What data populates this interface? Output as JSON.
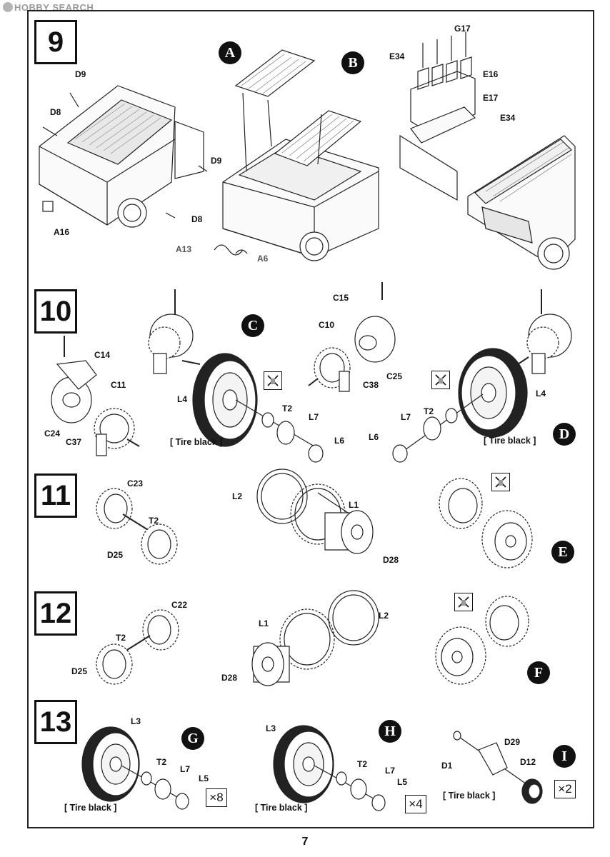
{
  "watermark": "HOBBY SEARCH",
  "page_number": "7",
  "steps": [
    {
      "number": "9"
    },
    {
      "number": "10"
    },
    {
      "number": "11"
    },
    {
      "number": "12"
    },
    {
      "number": "13"
    }
  ],
  "markers": [
    "A",
    "B",
    "C",
    "D",
    "E",
    "F",
    "G",
    "H",
    "I"
  ],
  "part_labels": {
    "s9": [
      "D9",
      "D8",
      "D9",
      "D8",
      "A16",
      "A13",
      "A6",
      "G17",
      "E34",
      "E16",
      "E17",
      "E34"
    ],
    "s10": [
      "C14",
      "C11",
      "C24",
      "C37",
      "L4",
      "T2",
      "L7",
      "L6",
      "C15",
      "C10",
      "C25",
      "C38",
      "L4",
      "T2",
      "L7",
      "L6"
    ],
    "s11": [
      "C23",
      "T2",
      "D25",
      "L2",
      "L1",
      "D28"
    ],
    "s12": [
      "C22",
      "T2",
      "D25",
      "L1",
      "L2",
      "D28"
    ],
    "s13": [
      "L3",
      "T2",
      "L7",
      "L5",
      "L3",
      "T2",
      "L7",
      "L5",
      "D29",
      "D1",
      "D12"
    ]
  },
  "tire_note": "[ Tire black ]",
  "quantities": [
    "×8",
    "×4",
    "×2"
  ]
}
